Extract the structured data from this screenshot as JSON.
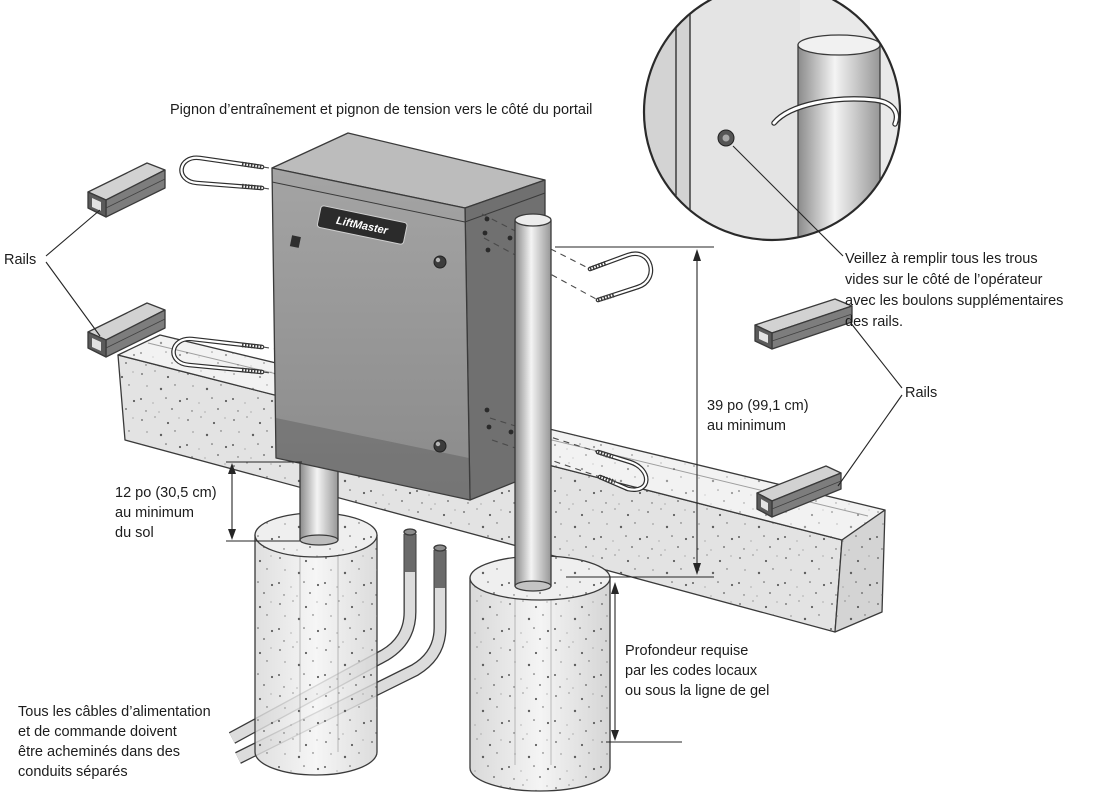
{
  "diagram": {
    "logo": "LiftMaster",
    "labels": {
      "drive_sprocket": "Pignon d’entraînement et pignon de tension vers le côté du portail",
      "rails_left": "Rails",
      "rails_right": "Rails",
      "fill_holes": [
        "Veillez à remplir tous les trous",
        "vides sur le côté de l’opérateur",
        "avec les boulons supplémentaires",
        "des rails."
      ],
      "post_height": [
        "39 po (99,1 cm)",
        "au minimum"
      ],
      "ground_clearance": [
        "12 po (30,5 cm)",
        "au minimum",
        "du sol"
      ],
      "pier_depth": [
        "Profondeur requise",
        "par les codes locaux",
        "ou sous la ligne de gel"
      ],
      "cables": [
        "Tous les câbles d’alimentation",
        "et de commande doivent",
        "être acheminés dans des",
        "conduits séparés"
      ]
    }
  }
}
